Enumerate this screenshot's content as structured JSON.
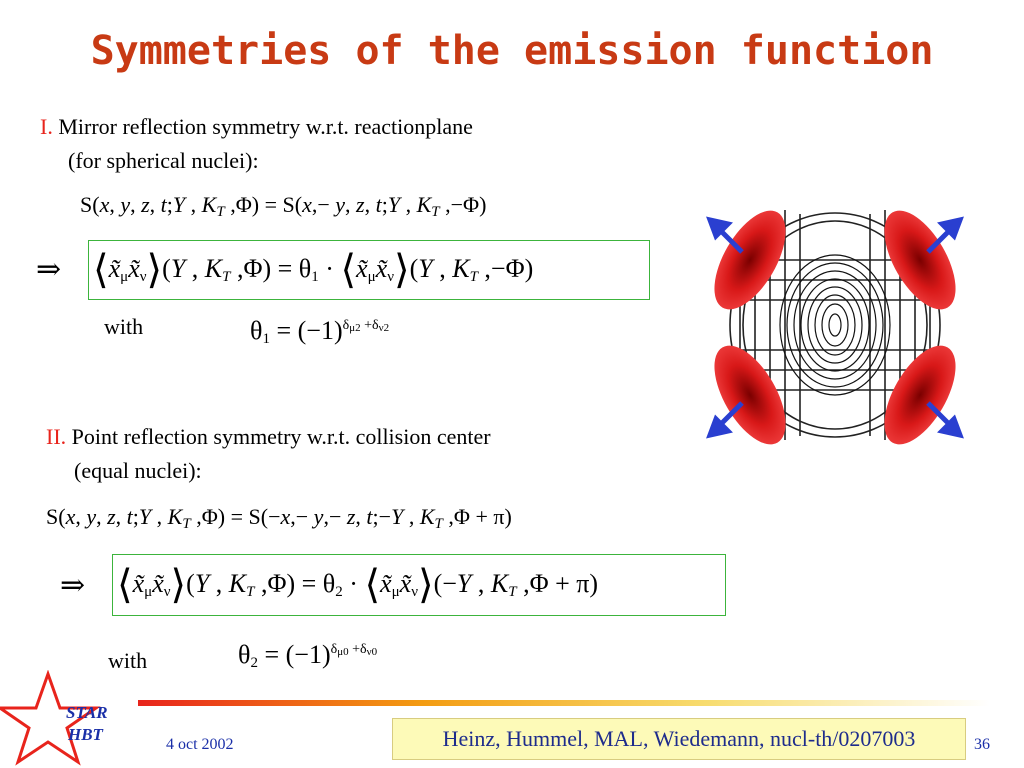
{
  "title": "Symmetries of the emission function",
  "section1": {
    "roman": "I.",
    "heading": "Mirror reflection symmetry w.r.t. reactionplane",
    "subheading": "(for spherical nuclei):",
    "with_label": "with"
  },
  "section2": {
    "roman": "II.",
    "heading": "Point reflection symmetry w.r.t. collision center",
    "subheading": "(equal nuclei):",
    "with_label": "with"
  },
  "footer": {
    "logo_text_1": "STAR",
    "logo_text_2": "HBT",
    "date": "4 oct 2002",
    "reference": "Heinz, Hummel, MAL, Wiedemann, nucl-th/0207003",
    "page_number": "36"
  }
}
